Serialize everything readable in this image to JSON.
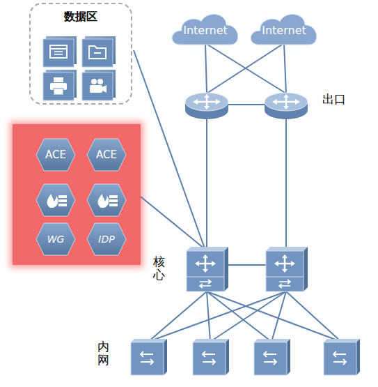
{
  "diagram": {
    "nodes": [
      {
        "text": [
          "数据区"
        ]
      },
      {
        "text": [
          "Internet"
        ]
      },
      {
        "text": [
          "Internet"
        ]
      },
      {
        "text": [
          "ACE"
        ]
      },
      {
        "text": [
          "ACE"
        ]
      },
      {
        "text": [
          "WG"
        ]
      },
      {
        "text": [
          "IDP"
        ]
      }
    ],
    "labels": [
      "出口",
      "核心",
      "内网"
    ]
  }
}
